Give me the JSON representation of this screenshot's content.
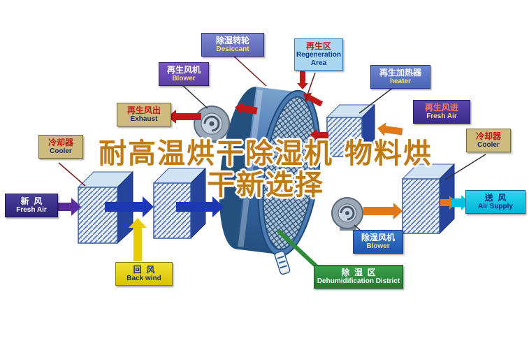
{
  "title": {
    "line1": "耐高温烘干除湿机 物料烘",
    "line2": "干新选择"
  },
  "labels": {
    "desiccant": {
      "zh": "除湿转轮",
      "en": "Desiccant"
    },
    "regen_area": {
      "zh": "再生区",
      "en": "Regeneration Area"
    },
    "regen_blower": {
      "zh": "再生风机",
      "en": "Blower"
    },
    "regen_heater": {
      "zh": "再生加热器",
      "en": "heater"
    },
    "exhaust": {
      "zh": "再生风出",
      "en": "Exhaust"
    },
    "regen_fresh_air": {
      "zh": "再生风进",
      "en": "Fresh Air"
    },
    "cooler_left": {
      "zh": "冷却器",
      "en": "Cooler"
    },
    "cooler_right": {
      "zh": "冷却器",
      "en": "Cooler"
    },
    "fresh_air": {
      "zh": "新  风",
      "en": "Fresh Air"
    },
    "air_supply": {
      "zh": "送  风",
      "en": "Air Supply"
    },
    "back_wind": {
      "zh": "回  风",
      "en": "Back wind"
    },
    "dehumid_blower": {
      "zh": "除湿风机",
      "en": "Blower"
    },
    "dehumid_district": {
      "zh": "除  湿  区",
      "en": "Dehumidification District"
    }
  },
  "colors": {
    "title_text": "#bf7a14",
    "wheel_blue": "#4a7ab0",
    "arrow_red": "#c01818",
    "arrow_blue": "#1c38b2",
    "arrow_orange": "#e07818",
    "arrow_yellow": "#e8cc00",
    "arrow_purple": "#5a2d9e",
    "arrow_cyan": "#00c4e4",
    "dehumid_green": "#2e8b3a"
  }
}
